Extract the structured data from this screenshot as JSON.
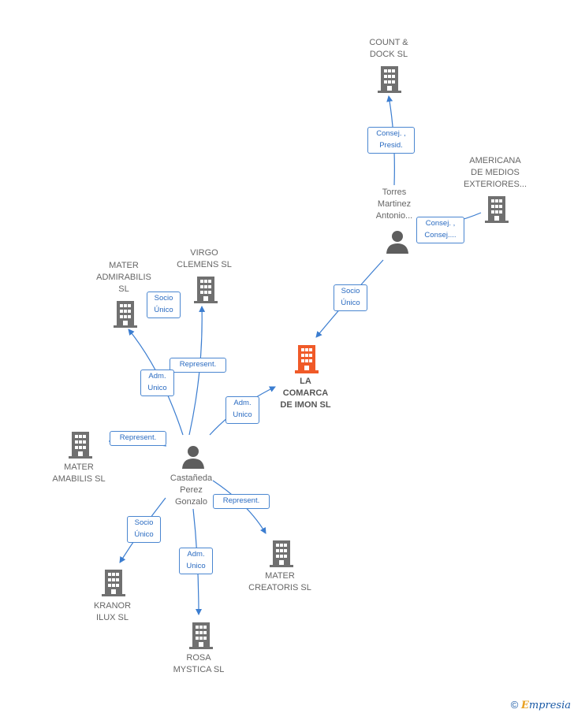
{
  "colors": {
    "edge": "#3b7dd0",
    "building": "#707070",
    "main_building": "#f05a28",
    "person": "#5e5e5e"
  },
  "nodes": {
    "count_dock": "COUNT &\nDOCK SL",
    "americana": "AMERICANA\nDE MEDIOS\nEXTERIORES...",
    "torres": "Torres\nMartinez\nAntonio...",
    "la_comarca": "LA\nCOMARCA\nDE IMON  SL",
    "mater_admirabilis": "MATER\nADMIRABILIS\nSL",
    "virgo": "VIRGO\nCLEMENS  SL",
    "mater_amabilis": "MATER\nAMABILIS  SL",
    "castaneda": "Castañeda\nPerez\nGonzalo",
    "kranor": "KRANOR\nILUX  SL",
    "rosa": "ROSA\nMYSTICA SL",
    "mater_creatoris": "MATER\nCREATORIS  SL"
  },
  "relations": {
    "consej_presid": "Consej. ,\nPresid.",
    "consej_consej": "Consej. ,\nConsej....",
    "socio_unico_torres": "Socio\nÚnico",
    "socio_unico_admirabilis": "Socio\nÚnico",
    "represent_virgo": "Represent.",
    "adm_unico_admirabilis": "Adm.\nUnico",
    "adm_unico_comarca": "Adm.\nUnico",
    "represent_amabilis": "Represent.",
    "represent_creatoris": "Represent.",
    "socio_unico_kranor": "Socio\nÚnico",
    "adm_unico_rosa": "Adm.\nUnico"
  },
  "footer": {
    "copyright": "©",
    "brand_first": "E",
    "brand_rest": "mpresia"
  }
}
